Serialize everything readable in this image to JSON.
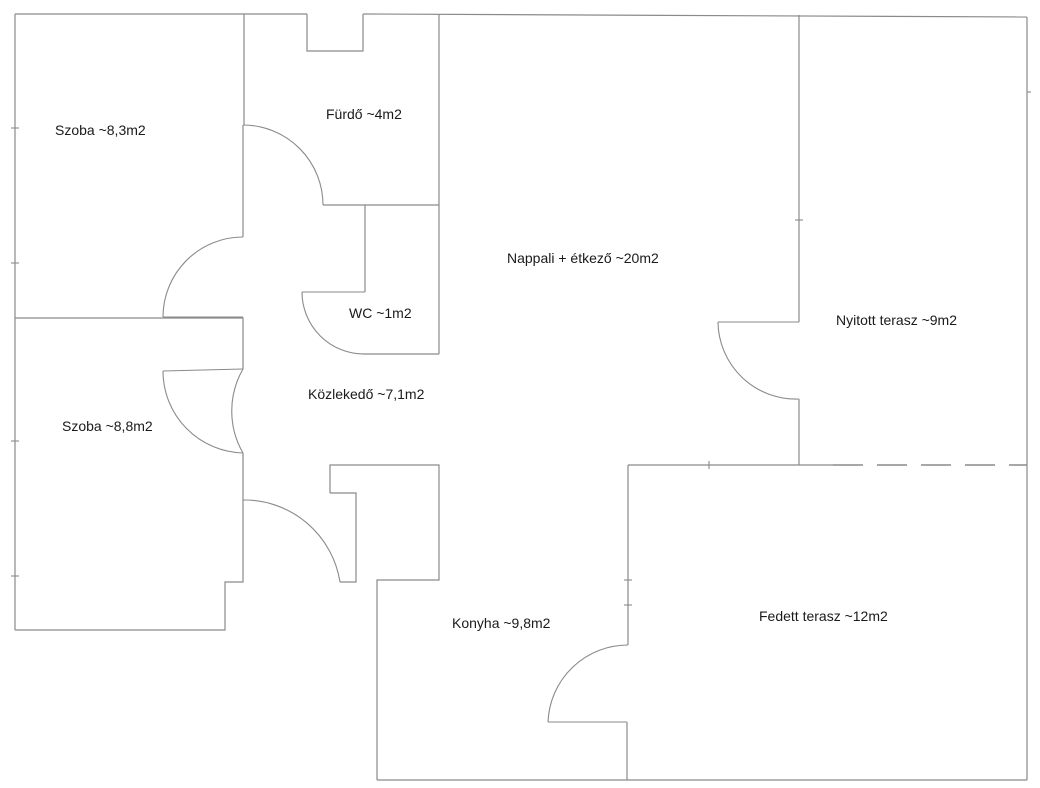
{
  "rooms": {
    "szoba_top": "Szoba ~8,3m2",
    "furdo": "Fürdő ~4m2",
    "nappali": "Nappali + étkező ~20m2",
    "wc": "WC ~1m2",
    "nyitott_terasz": "Nyitott terasz ~9m2",
    "kozlekedo": "Közlekedő ~7,1m2",
    "szoba_bottom": "Szoba ~8,8m2",
    "konyha": "Konyha ~9,8m2",
    "fedett_terasz": "Fedett terasz ~12m2"
  },
  "colors": {
    "wall": "#8a8a8a",
    "text": "#1a1a1a",
    "background": "#ffffff"
  }
}
